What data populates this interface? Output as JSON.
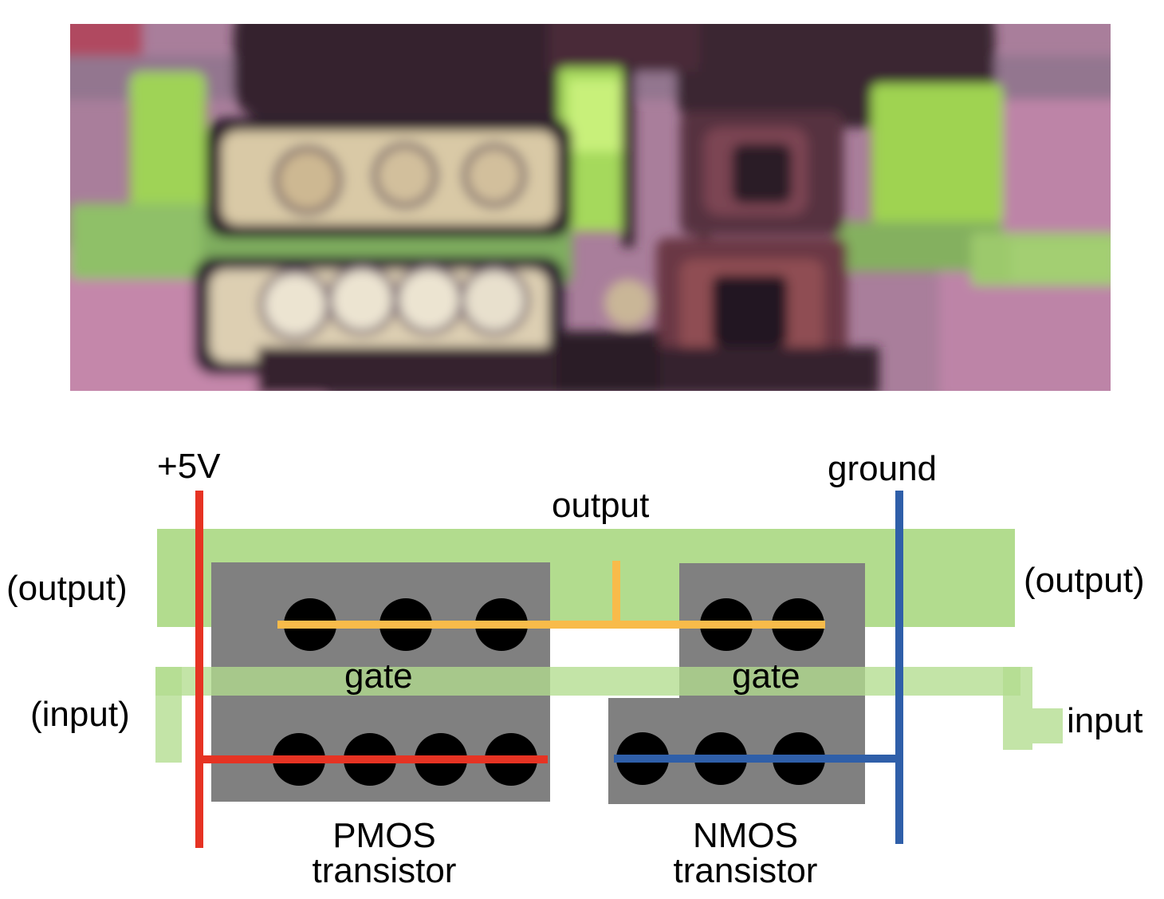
{
  "photo": {
    "description": "microscope photograph of CMOS inverter on silicon die"
  },
  "diagram": {
    "labels": {
      "vdd": "+5V",
      "ground": "ground",
      "output_top": "output",
      "output_left": "(output)",
      "output_right": "(output)",
      "input_left": "(input)",
      "input_right": "input",
      "gate_pmos": "gate",
      "gate_nmos": "gate",
      "pmos_name": "PMOS",
      "pmos_type": "transistor",
      "nmos_name": "NMOS",
      "nmos_type": "transistor"
    },
    "colors": {
      "rail": "#b2dc8e",
      "transistor": "#808080",
      "vdd": "#e63323",
      "ground": "#2f5fa9",
      "output": "#f8bb4a",
      "contact": "#000000",
      "label": "#000000"
    }
  }
}
